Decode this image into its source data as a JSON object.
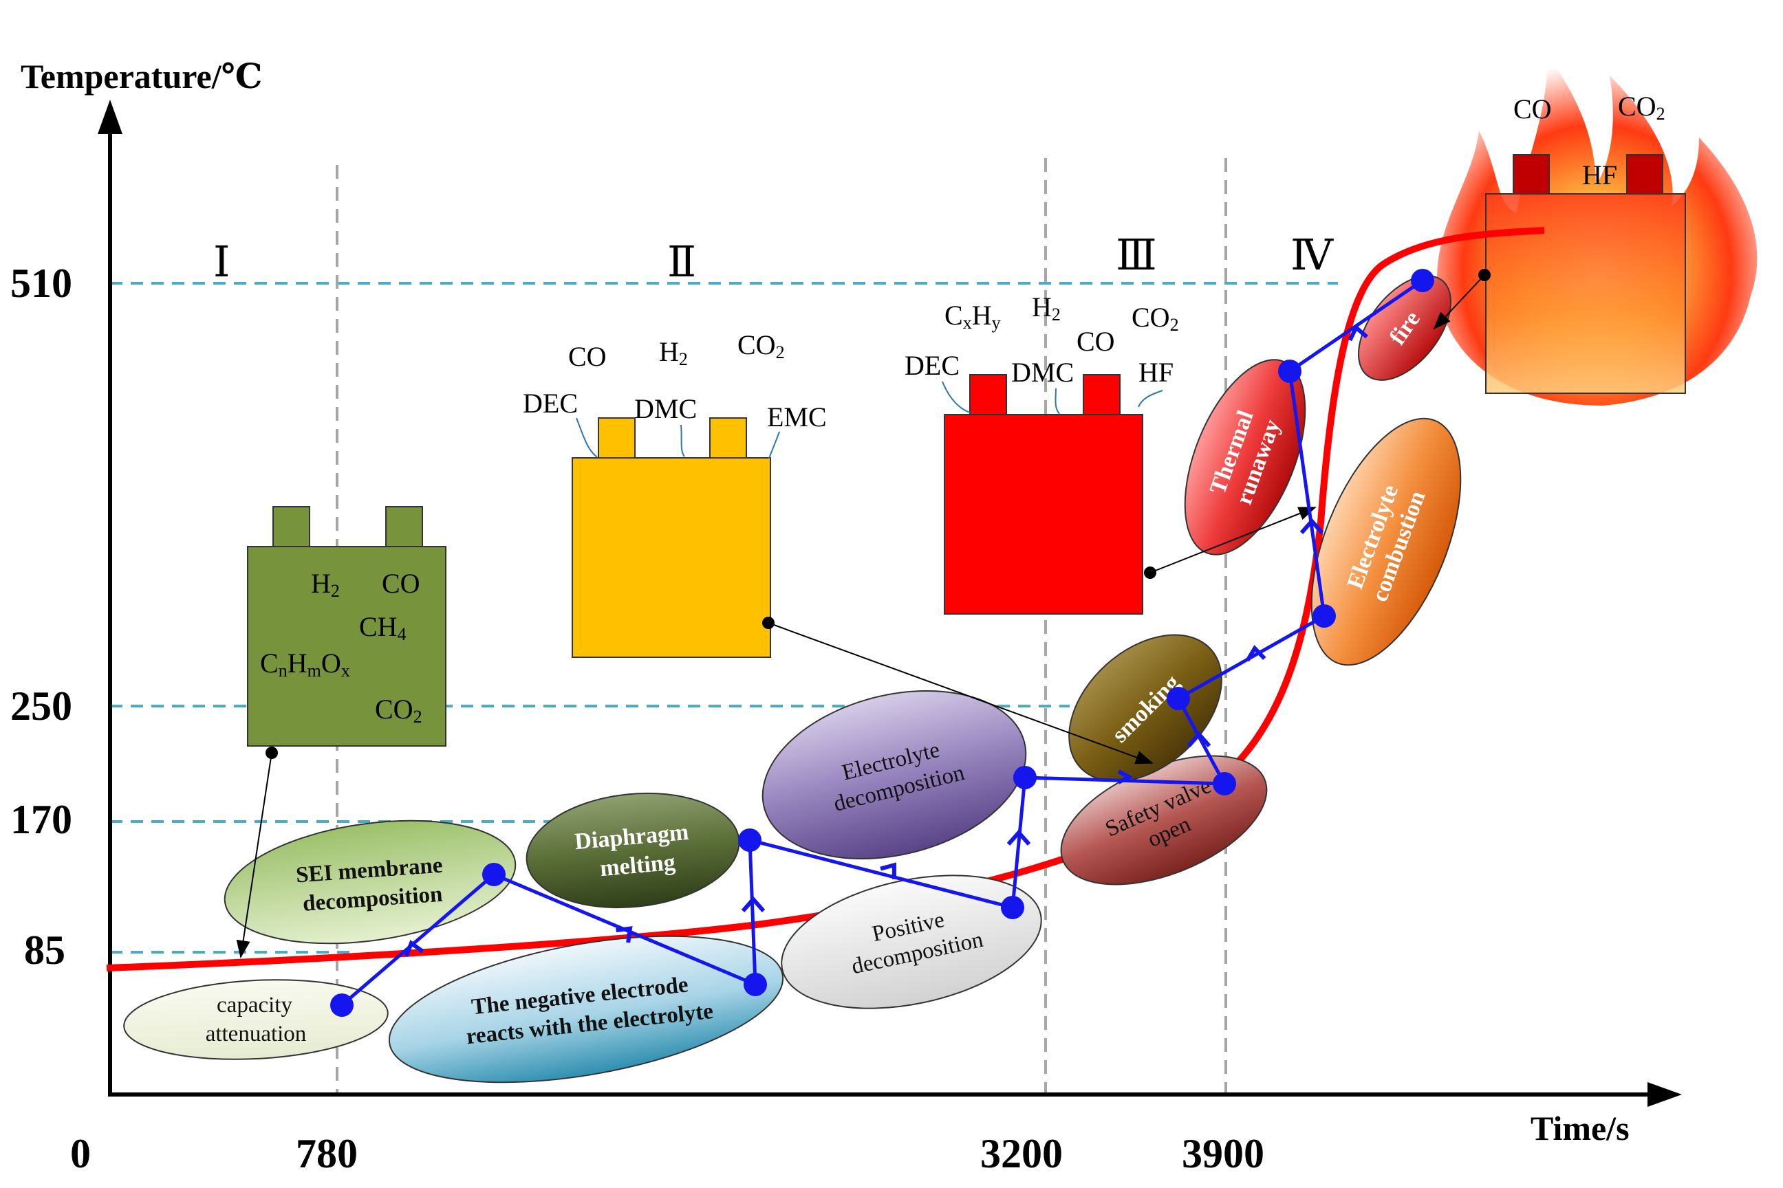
{
  "axes": {
    "y_title": "Temperature/℃",
    "x_title": "Time/s",
    "origin": "0",
    "y_ticks": [
      "510",
      "250",
      "170",
      "85"
    ],
    "x_ticks": [
      "780",
      "3200",
      "3900"
    ]
  },
  "phases": [
    "Ⅰ",
    "Ⅱ",
    "Ⅲ",
    "Ⅳ"
  ],
  "batteries": {
    "green": {
      "gases": [
        "H2",
        "CO",
        "CH4",
        "CnHmOx",
        "CO2"
      ],
      "color": "#77933c"
    },
    "yellow": {
      "gases": [
        "CO",
        "H2",
        "CO2",
        "DEC",
        "DMC",
        "EMC"
      ],
      "color": "#ffc000"
    },
    "red": {
      "gases": [
        "CxHy",
        "H2",
        "CO2",
        "CO",
        "DEC",
        "DMC",
        "HF"
      ],
      "color": "#ff0000"
    },
    "fire": {
      "gases": [
        "CO",
        "CO2",
        "HF"
      ]
    }
  },
  "stages": {
    "capacity": [
      "capacity",
      "attenuation"
    ],
    "sei": [
      "SEI membrane",
      "decomposition"
    ],
    "negative": [
      "The negative electrode",
      "reacts with the electrolyte"
    ],
    "diaphragm": [
      "Diaphragm",
      "melting"
    ],
    "electrolyte_decomp": [
      "Electrolyte",
      "decomposition"
    ],
    "positive": [
      "Positive",
      "decomposition"
    ],
    "safety": [
      "Safety valve",
      "open"
    ],
    "smoking": [
      "smoking"
    ],
    "thermal": [
      "Thermal",
      "runaway"
    ],
    "combustion": [
      "Electrolyte",
      "combustion"
    ],
    "fire": [
      "fire"
    ]
  },
  "colors": {
    "curve": "#ff0000",
    "path": "#1515ee",
    "guide_h": "#4bacc6",
    "guide_v": "#a6a6a6"
  }
}
